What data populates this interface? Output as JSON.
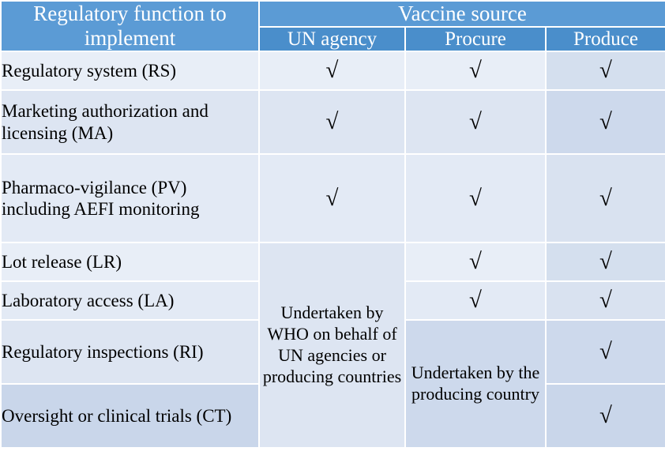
{
  "table": {
    "header": {
      "row_header": "Regulatory function to implement",
      "group_header": "Vaccine source",
      "columns": [
        "UN agency",
        "Procure",
        "Produce"
      ]
    },
    "check_mark": "√",
    "rows": [
      {
        "function": "Regulatory system (RS)",
        "un_agency": "√",
        "procure": "√",
        "produce": "√"
      },
      {
        "function": "Marketing authorization and licensing (MA)",
        "un_agency": "√",
        "procure": "√",
        "produce": "√"
      },
      {
        "function": "Pharmaco-vigilance (PV) including AEFI monitoring",
        "un_agency": "√",
        "procure": "√",
        "produce": "√"
      },
      {
        "function": "Lot release (LR)",
        "procure": "√",
        "produce": "√"
      },
      {
        "function": "Laboratory access (LA)",
        "procure": "√",
        "produce": "√"
      },
      {
        "function": "Regulatory inspections (RI)",
        "produce": "√"
      },
      {
        "function": "Oversight or clinical trials (CT)",
        "produce": "√"
      }
    ],
    "merged_cells": {
      "un_agency_note": "Undertaken by WHO on behalf of UN agencies or producing countries",
      "produce_note": "Undertaken by the producing country"
    },
    "colors": {
      "header_blue": "#5b9bd5",
      "header_sub_blue": "#4a8ecb",
      "band_light": "#e8eef7",
      "band_dark": "#cdd9ec",
      "border": "#ffffff"
    }
  }
}
